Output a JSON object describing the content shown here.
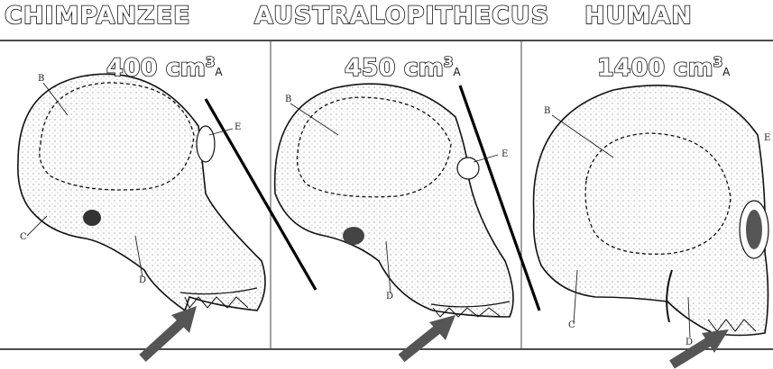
{
  "panels": [
    {
      "title": "CHIMPANZEE",
      "volume": "400 cm",
      "exp": "3",
      "point": "A",
      "labels": {
        "b": "B",
        "c": "C",
        "d": "D",
        "e": "E"
      }
    },
    {
      "title": "AUSTRALOPITHECUS",
      "volume": "450 cm",
      "exp": "3",
      "point": "A",
      "labels": {
        "b": "B",
        "d": "D",
        "e": "E"
      }
    },
    {
      "title": "HUMAN",
      "volume": "1400 cm",
      "exp": "3",
      "point": "A",
      "labels": {
        "b": "B",
        "c": "C",
        "d": "D",
        "e": "E"
      }
    }
  ],
  "colors": {
    "line": "#111111",
    "arrow": "#555555",
    "stipple": "#9a9a9a",
    "paper": "#ffffff"
  }
}
